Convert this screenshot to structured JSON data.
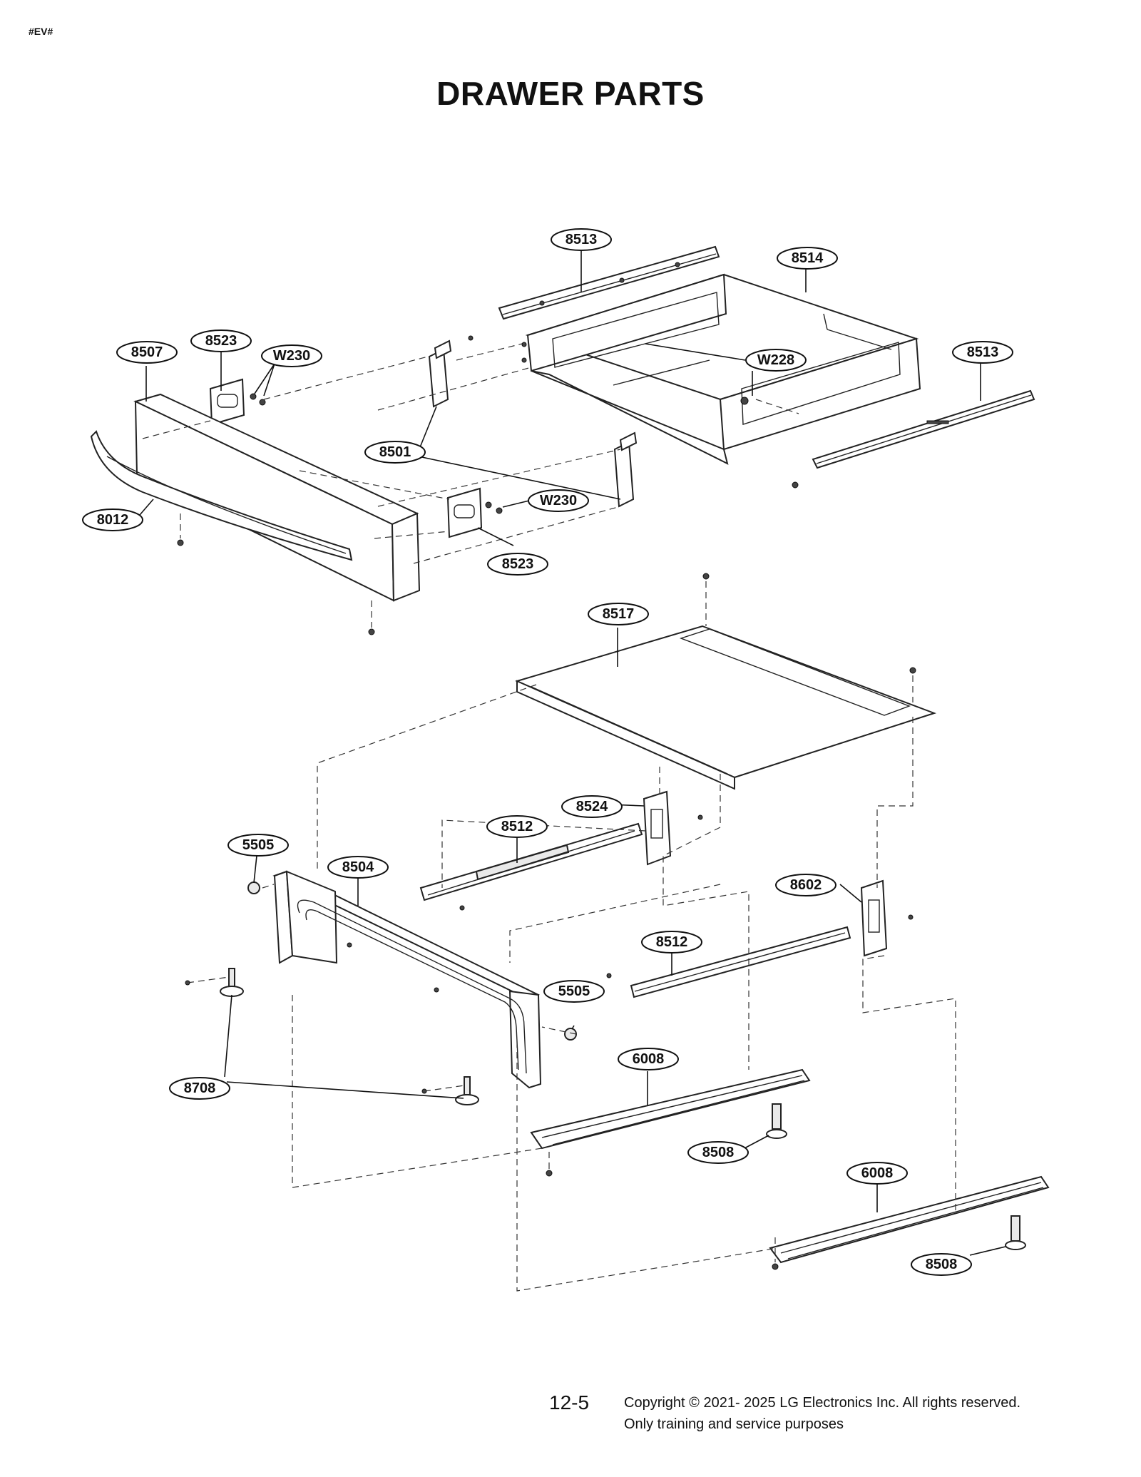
{
  "header": {
    "doc_code": "#EV#",
    "title": "DRAWER PARTS"
  },
  "callouts": [
    {
      "id": "c-8513a",
      "label": "8513"
    },
    {
      "id": "c-8514",
      "label": "8514"
    },
    {
      "id": "c-8513b",
      "label": "8513"
    },
    {
      "id": "c-8507",
      "label": "8507"
    },
    {
      "id": "c-8523a",
      "label": "8523"
    },
    {
      "id": "c-w230a",
      "label": "W230"
    },
    {
      "id": "c-w228",
      "label": "W228"
    },
    {
      "id": "c-8501",
      "label": "8501"
    },
    {
      "id": "c-w230b",
      "label": "W230"
    },
    {
      "id": "c-8012",
      "label": "8012"
    },
    {
      "id": "c-8523b",
      "label": "8523"
    },
    {
      "id": "c-8517",
      "label": "8517"
    },
    {
      "id": "c-8524",
      "label": "8524"
    },
    {
      "id": "c-8512a",
      "label": "8512"
    },
    {
      "id": "c-5505a",
      "label": "5505"
    },
    {
      "id": "c-8504",
      "label": "8504"
    },
    {
      "id": "c-8602",
      "label": "8602"
    },
    {
      "id": "c-8512b",
      "label": "8512"
    },
    {
      "id": "c-5505b",
      "label": "5505"
    },
    {
      "id": "c-6008a",
      "label": "6008"
    },
    {
      "id": "c-8708",
      "label": "8708"
    },
    {
      "id": "c-8508a",
      "label": "8508"
    },
    {
      "id": "c-6008b",
      "label": "6008"
    },
    {
      "id": "c-8508b",
      "label": "8508"
    }
  ],
  "footer": {
    "page_number": "12-5",
    "copyright_line1": "Copyright © 2021- 2025 LG Electronics Inc. All rights reserved.",
    "copyright_line2": "Only training and service purposes"
  }
}
